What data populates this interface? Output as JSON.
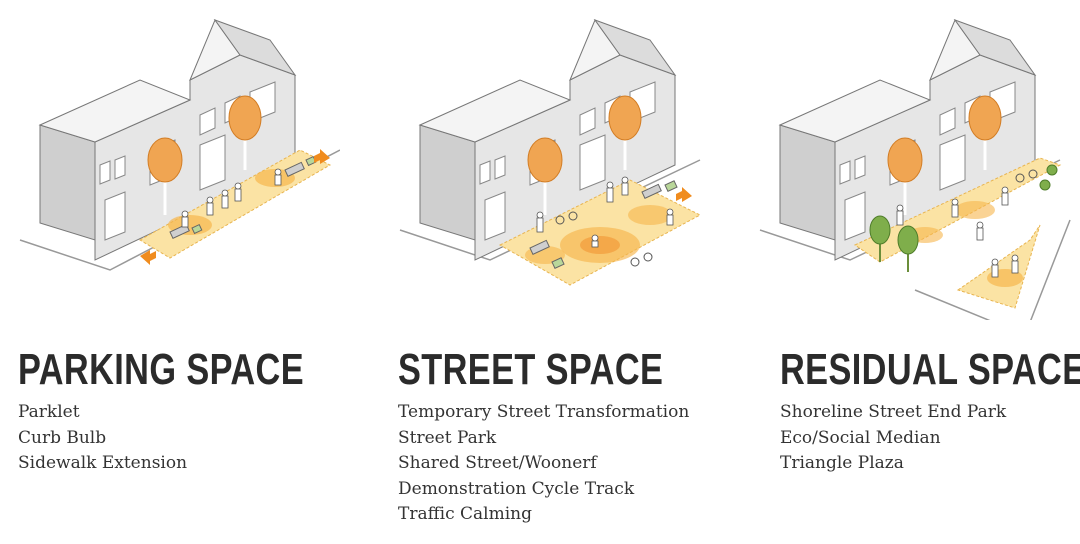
{
  "panels": [
    {
      "title": "PARKING SPACE",
      "items": [
        "Parklet",
        "Curb Bulb",
        "Sidewalk Extension"
      ]
    },
    {
      "title": "STREET SPACE",
      "items": [
        "Temporary Street Transformation",
        "Street Park",
        "Shared Street/Woonerf",
        "Demonstration Cycle Track",
        "Traffic Calming"
      ]
    },
    {
      "title": "RESIDUAL SPACE",
      "items": [
        "Shoreline Street End Park",
        "Eco/Social Median",
        "Triangle Plaza"
      ]
    }
  ],
  "colors": {
    "building_side": "#c9c9c9",
    "building_front": "#e4e4e4",
    "plaza_fill": "#fbe3a4",
    "activity_zone": "#f6b64d",
    "tree_canopy": "#f0a552",
    "planter": "#b9d79a",
    "arrow": "#f08c1e",
    "outline": "#555555"
  },
  "icons": [
    "building-icon",
    "tree-icon",
    "person-icon",
    "bicycle-icon",
    "bench-icon",
    "planter-icon",
    "arrow-icon"
  ]
}
